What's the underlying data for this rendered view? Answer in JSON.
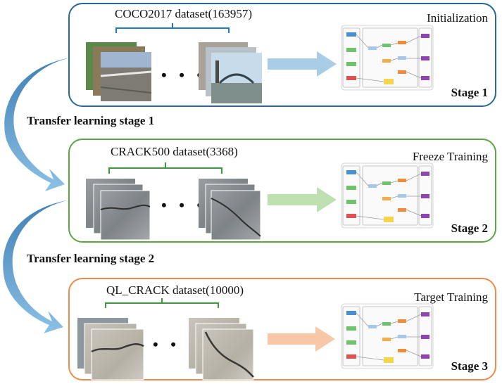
{
  "stages": [
    {
      "id": "stage1",
      "dataset": "COCO2017 dataset(163957)",
      "mode": "Initialization",
      "stage": "Stage 1",
      "color": "#2a6a92",
      "arrow_color": "#a9cde6"
    },
    {
      "id": "stage2",
      "dataset": "CRACK500 dataset(3368)",
      "mode": "Freeze Training",
      "stage": "Stage 2",
      "color": "#5aa545",
      "arrow_color": "#bfe1b1"
    },
    {
      "id": "stage3",
      "dataset": "QL_CRACK dataset(10000)",
      "mode": "Target  Training",
      "stage": "Stage 3",
      "color": "#ee8a4c",
      "arrow_color": "#f8c7a8"
    }
  ],
  "transfers": [
    {
      "label": "Transfer learning stage 1"
    },
    {
      "label": "Transfer learning stage 2"
    }
  ],
  "ellipsis": "• • •",
  "colors": {
    "curve_arrow": "#4f8fc0"
  }
}
